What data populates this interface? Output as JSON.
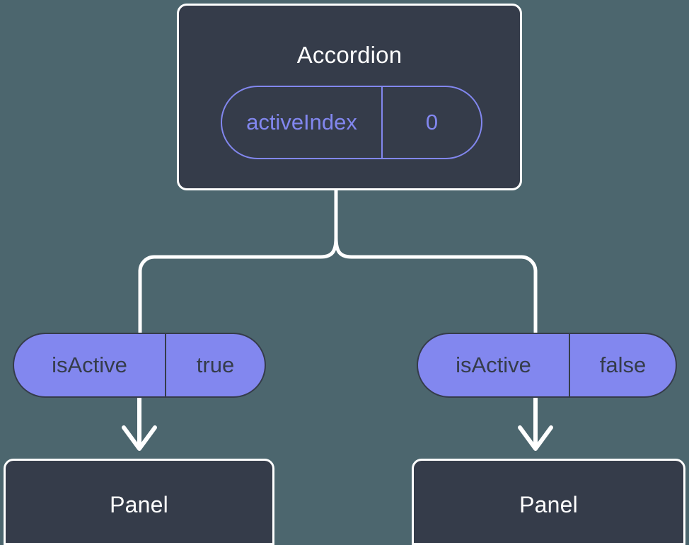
{
  "diagram": {
    "title_node": {
      "label": "Accordion",
      "prop": {
        "key": "activeIndex",
        "value": "0"
      }
    },
    "branches": [
      {
        "state": {
          "key": "isActive",
          "value": "true"
        },
        "child": {
          "label": "Panel"
        }
      },
      {
        "state": {
          "key": "isActive",
          "value": "false"
        },
        "child": {
          "label": "Panel"
        }
      }
    ],
    "colors": {
      "background": "#4c666e",
      "card_fill": "#353c4a",
      "card_stroke": "#ffffff",
      "accent": "#8287ef",
      "connector": "#ffffff"
    },
    "connectors": {
      "root_to_split": "vertical-stem",
      "split": "curly-brace-split",
      "pill_to_panel": "down-arrow"
    }
  }
}
